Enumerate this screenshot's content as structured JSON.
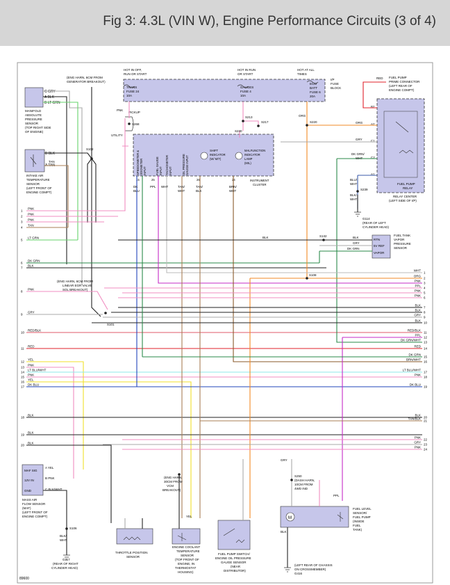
{
  "header": {
    "title": "Fig 3: 4.3L (VIN W), Engine Performance Circuits (3 of 4)"
  },
  "figure_id": "89600",
  "colors": {
    "gray": "#a8a8a8",
    "pink": "#f08cc0",
    "tan": "#a87f56",
    "ltgrn": "#66d36b",
    "dkgrn": "#2a8a4a",
    "blk": "#222222",
    "red": "#e0202a",
    "orange": "#f28a25",
    "yellow": "#f0e12a",
    "ltblu": "#8ee8ea",
    "dkblu": "#2244bb",
    "ppl": "#c52bc7",
    "brn": "#8a5a2a",
    "wht": "#bbbbbb",
    "box": "#c6c6ea",
    "boxborder": "#333399"
  },
  "components": {
    "map_sensor": {
      "pins": [
        "C GRY",
        "A BLK",
        "B LT GRN"
      ],
      "label": [
        "MANIFOLD",
        "ABSOLUTE",
        "PRESSURE",
        "SENSOR",
        "(TOP RIGHT SIDE",
        "OF ENGINE)"
      ]
    },
    "iat_sensor": {
      "pins": [
        "B BLK",
        "A TAN"
      ],
      "label": [
        "INTAKE AIR",
        "TEMPERATURE",
        "SENSOR",
        "(LEFT FRONT OF",
        "ENGINE COMPT)"
      ]
    },
    "fuse_block": {
      "hot_labels": [
        [
          "HOT IN OFF,",
          "RUN OR START"
        ],
        [
          "HOT IN RUN",
          "OR START"
        ],
        [
          "HOT AT ALL",
          "TIMES"
        ]
      ],
      "fuses": [
        [
          "TRANS",
          "FUSE 24",
          "10A"
        ],
        [
          "GAUGES",
          "FUSE 4",
          "10A"
        ],
        [
          "ECM",
          "BATT",
          "FUSE 6",
          "20A"
        ]
      ],
      "label": [
        "I/P",
        "FUSE",
        "BLOCK"
      ],
      "breakout": [
        "(ENG HARN, 6CM FROM",
        "GENERATOR BREAKOUT)"
      ]
    },
    "pickup": "PICKUP",
    "utility": "UTILITY",
    "cluster": {
      "inputs": [
        [
          "SPEEDOMETER &",
          "ODOMETER",
          "INPUT"
        ],
        [
          "FUEL GAUGE",
          "INPUT"
        ],
        [
          "TACHOMETER",
          "INPUT"
        ],
        [
          "OIL PRESSURE",
          "GAUGE INPUT"
        ]
      ],
      "shift": [
        "SHIFT",
        "INDICATOR",
        "(W/ M/T)"
      ],
      "mil": [
        "MALFUNCTION",
        "INDICATOR",
        "LAMP",
        "(MIL)"
      ],
      "pins": [
        "15",
        "25",
        "26",
        "24"
      ],
      "label": [
        "INSTRUMENT",
        "CLUSTER"
      ]
    },
    "relay": {
      "connector": [
        "FUEL PUMP",
        "PRIME CONNECTOR",
        "(LEFT REAR OF",
        "ENGINE COMPT)"
      ],
      "pins": [
        "B2",
        "A2",
        "C1",
        "C2",
        "A1"
      ],
      "label": [
        "FUEL PUMP",
        "RELAY"
      ],
      "center": [
        "RELAY CENTER",
        "(LEFT SIDE OF I/P)"
      ]
    },
    "vapor_sensor": {
      "pins": [
        "RTN",
        "5V REF",
        "VAPOR"
      ],
      "label": [
        "FUEL TANK",
        "VAPOR",
        "PRESSURE",
        "SENSOR"
      ]
    },
    "maf_sensor": {
      "pins": [
        "MAF SIG",
        "12V IN",
        "GND"
      ],
      "letters": [
        "A YEL",
        "B PNK",
        "C BLK/WHT"
      ],
      "label": [
        "MASS AIR",
        "FLOW SENSOR",
        "(MAF)",
        "(LEFT FRONT OF",
        "ENGINE COMPT)"
      ]
    },
    "tps": {
      "label": [
        "THROTTLE POSITION",
        "SENSOR"
      ]
    },
    "ect": {
      "label": [
        "ENGINE COOLANT",
        "TEMPERATURE",
        "SENSOR",
        "(TOP FRONT OF",
        "ENGINE, IN",
        "THERMOSTAT",
        "HOUSING)"
      ]
    },
    "oil_switch": {
      "label": [
        "FUEL PUMP SWITCH/",
        "ENGINE OIL PRESSURE",
        "GAUGE SENSOR",
        "(NEAR",
        "DISTRIBUTOR)"
      ]
    },
    "fuel_level": {
      "label": [
        "FUEL LEVEL",
        "SENSOR/",
        "FUEL PUMP",
        "(INSIDE",
        "FUEL",
        "TANK)"
      ]
    },
    "grounds": {
      "g114": [
        "G114",
        "(REAR OF LEFT",
        "CYLINDER HEAD)"
      ],
      "g117": [
        "G117",
        "(REAR OF RIGHT",
        "CYLINDER HEAD)"
      ],
      "g416": [
        "G416",
        "(LEFT REAR OF CHASSIS",
        "ON CROSSMEMBER)"
      ]
    },
    "splices": [
      "S102",
      "S101",
      "S132",
      "S108",
      "S220",
      "S213",
      "S217",
      "S230",
      "S239",
      "S250",
      "S106",
      "S268"
    ],
    "breakouts": {
      "egr": [
        "(ENG HARN, 6CM FROM",
        "LINEAR EGR VALVE",
        "SOL BREAKOUT)"
      ],
      "vcm": [
        "(ENG HARN,",
        "30CM FROM",
        "VCM",
        "BREAKOUT)"
      ],
      "dash": [
        "(DASH HARN,",
        "10CM FROM",
        "4WD IND",
        "BREAKOUT)"
      ]
    }
  },
  "left_rows": [
    {
      "n": "1",
      "c": "PNK"
    },
    {
      "n": "2",
      "c": "PNK"
    },
    {
      "n": "3",
      "c": "PNK"
    },
    {
      "n": "4",
      "c": "TAN"
    },
    {
      "n": "5",
      "c": "LT GRN"
    },
    {
      "n": "6",
      "c": "DK GRN"
    },
    {
      "n": "7",
      "c": "BLK"
    },
    {
      "n": "8",
      "c": "PNK"
    },
    {
      "n": "9",
      "c": "GRY"
    },
    {
      "n": "10",
      "c": "RED/BLK"
    },
    {
      "n": "11",
      "c": "RED"
    },
    {
      "n": "12",
      "c": "YEL"
    },
    {
      "n": "13",
      "c": "PNK"
    },
    {
      "n": "14",
      "c": "LT BLU/WHT"
    },
    {
      "n": "15",
      "c": "PNK"
    },
    {
      "n": "16",
      "c": "YEL"
    },
    {
      "n": "17",
      "c": "DK BLU"
    },
    {
      "n": "18",
      "c": "BLK"
    },
    {
      "n": "19",
      "c": "BLK"
    },
    {
      "n": "20",
      "c": "BLK"
    }
  ],
  "right_rows": [
    {
      "n": "1",
      "c": "WHT"
    },
    {
      "n": "2",
      "c": "ORG"
    },
    {
      "n": "3",
      "c": "PNK"
    },
    {
      "n": "4",
      "c": "PPL"
    },
    {
      "n": "5",
      "c": "PNK"
    },
    {
      "n": "6",
      "c": "PNK"
    },
    {
      "n": "7",
      "c": "BLK"
    },
    {
      "n": "8",
      "c": "BLK"
    },
    {
      "n": "9",
      "c": "GRY"
    },
    {
      "n": "10",
      "c": "BLK"
    },
    {
      "n": "11",
      "c": "RED/BLK"
    },
    {
      "n": "12",
      "c": "PPL"
    },
    {
      "n": "13",
      "c": "DK GRN/WHT"
    },
    {
      "n": "14",
      "c": "RED"
    },
    {
      "n": "15",
      "c": "DK GRN"
    },
    {
      "n": "16",
      "c": "BRN/WHT"
    },
    {
      "n": "17",
      "c": "LT BLU/WHT"
    },
    {
      "n": "18",
      "c": "PNK"
    },
    {
      "n": "19",
      "c": "DK BLU"
    },
    {
      "n": "20",
      "c": "BLK"
    },
    {
      "n": "21",
      "c": "TAN/BLK"
    },
    {
      "n": "22",
      "c": "PNK"
    },
    {
      "n": "23",
      "c": "GRY"
    },
    {
      "n": "24",
      "c": "PNK"
    }
  ],
  "wire_labels": {
    "dk_blu": "DK BLU",
    "ppl": "PPL",
    "wht": "WHT",
    "tan_wht": [
      "TAN/",
      "WHT"
    ],
    "tan_blk": [
      "TAN/",
      "BLK"
    ],
    "brn_wht": [
      "BRN/",
      "WHT"
    ],
    "pnk": "PNK",
    "org": "ORG",
    "blk": "BLK",
    "gry": "GRY",
    "red": "RED",
    "dk_grn_wht": [
      "DK GRN/",
      "WHT"
    ],
    "blu_wht": [
      "BLU/",
      "WHT"
    ],
    "blk_wht": [
      "BLK/",
      "WHT"
    ],
    "blk_wht2": [
      "BLK/",
      "WHT"
    ],
    "yel": "YEL",
    "tan": "TAN",
    "dk": "DK",
    "blu": "BLU",
    "gry2": "GRY",
    "ppl2": "PPL",
    "blk2": "BLK",
    "dk_grn": "DK GRN",
    "gry3": "GRY"
  }
}
